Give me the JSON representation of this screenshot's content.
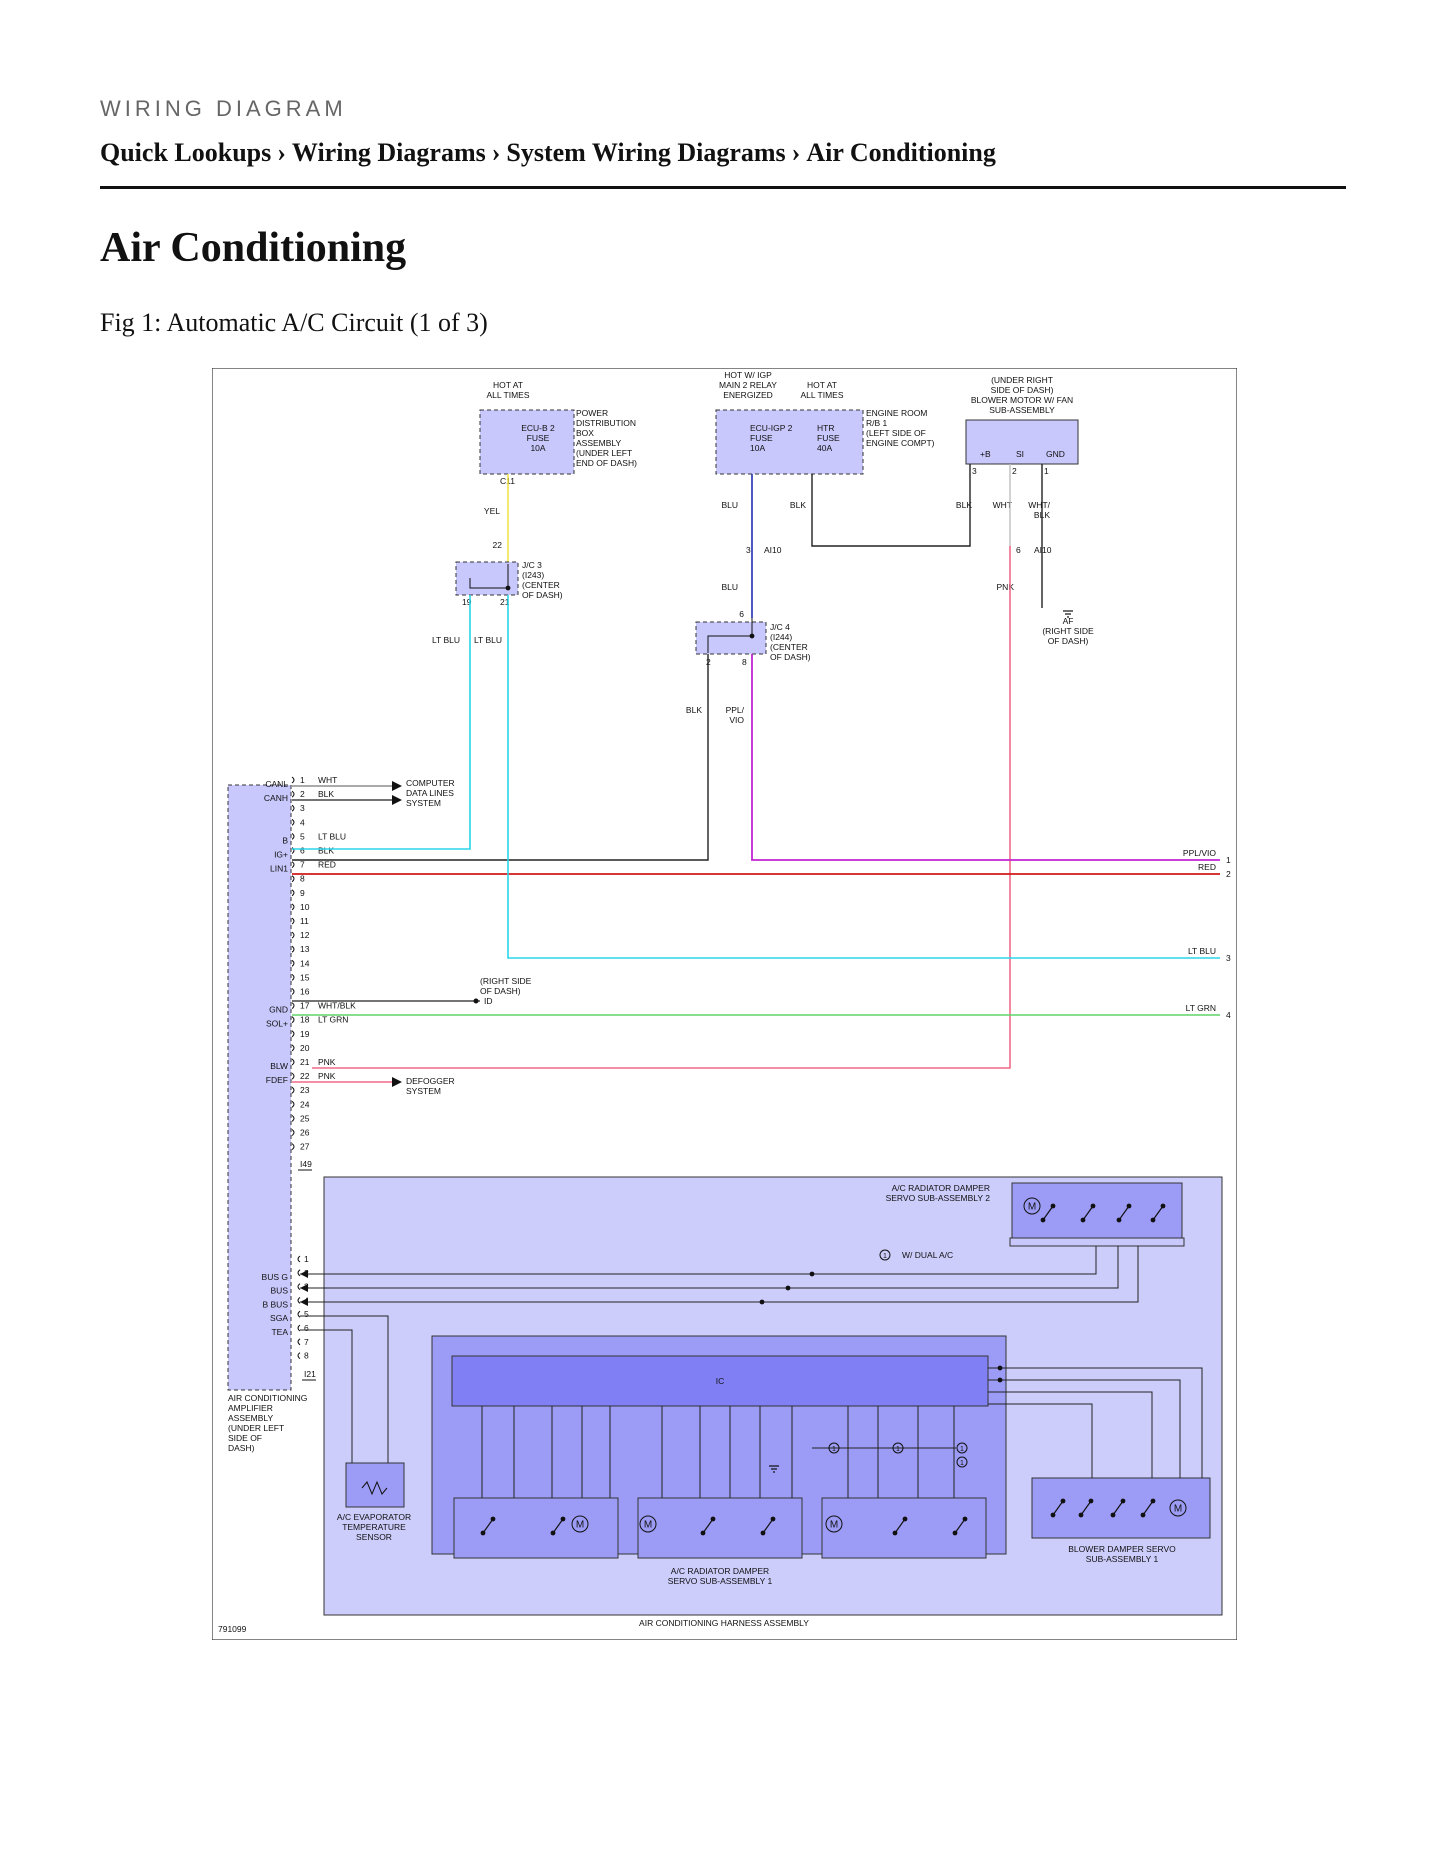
{
  "header": {
    "kicker": "WIRING DIAGRAM",
    "breadcrumb": [
      "Quick Lookups",
      "Wiring Diagrams",
      "System Wiring Diagrams",
      "Air Conditioning"
    ],
    "separator": "›"
  },
  "page": {
    "title": "Air Conditioning",
    "figure_caption": "Fig 1: Automatic A/C Circuit (1 of 3)"
  },
  "diagram": {
    "figure_id": "791099",
    "harness_label": "AIR CONDITIONING HARNESS ASSEMBLY",
    "fuse_box": {
      "hot": [
        "HOT AT",
        "ALL TIMES"
      ],
      "fuse": [
        "ECU-B 2",
        "FUSE",
        "10A"
      ],
      "name": [
        "POWER",
        "DISTRIBUTION",
        "BOX",
        "ASSEMBLY",
        "(UNDER LEFT",
        "END OF DASH)"
      ],
      "connector": "C11",
      "wire": "YEL",
      "pin": "22"
    },
    "relay_box": {
      "hot_left": [
        "HOT W/ IGP",
        "MAIN 2 RELAY",
        "ENERGIZED"
      ],
      "hot_right": [
        "HOT AT",
        "ALL TIMES"
      ],
      "fuse_left": [
        "ECU-IGP 2",
        "FUSE",
        "10A"
      ],
      "fuse_right": [
        "HTR",
        "FUSE",
        "40A"
      ],
      "name": [
        "ENGINE ROOM",
        "R/B 1",
        "(LEFT SIDE OF",
        "ENGINE COMPT)"
      ],
      "wire_left": "BLU",
      "wire_right": "BLK"
    },
    "blower": {
      "location": [
        "(UNDER RIGHT",
        "SIDE OF DASH)"
      ],
      "name": [
        "BLOWER MOTOR W/ FAN",
        "SUB-ASSEMBLY"
      ],
      "pins": [
        "+B",
        "SI",
        "GND"
      ],
      "pin_numbers": [
        "3",
        "2",
        "1"
      ],
      "wires": [
        "BLK",
        "WHT",
        "WHT/",
        "BLK"
      ],
      "ground": [
        "AF",
        "(RIGHT SIDE",
        "OF DASH)"
      ]
    },
    "connector_ai10": {
      "name": "AI10",
      "pin_left": "3",
      "pin_right": "6",
      "wire_blu": "BLU",
      "wire_pnk": "PNK"
    },
    "jc3": {
      "name": [
        "J/C 3",
        "(I243)",
        "(CENTER",
        "OF DASH)"
      ],
      "pins": [
        "19",
        "21"
      ],
      "wires": [
        "LT BLU",
        "LT BLU"
      ]
    },
    "jc4": {
      "name": [
        "J/C 4",
        "(I244)",
        "(CENTER",
        "OF DASH)"
      ],
      "pin_top": "6",
      "pins": [
        "2",
        "8"
      ],
      "wires": [
        "BLK",
        "PPL/",
        "VIO"
      ]
    },
    "amplifier": {
      "name": [
        "AIR CONDITIONING",
        "AMPLIFIER",
        "ASSEMBLY",
        "(UNDER LEFT",
        "SIDE OF",
        "DASH)"
      ],
      "connector_upper": "I49",
      "connector_lower": "I21",
      "upper_pins": [
        {
          "n": "1",
          "label": "CANL",
          "wire": "WHT"
        },
        {
          "n": "2",
          "label": "CANH",
          "wire": "BLK"
        },
        {
          "n": "3",
          "label": "",
          "wire": ""
        },
        {
          "n": "4",
          "label": "",
          "wire": ""
        },
        {
          "n": "5",
          "label": "B",
          "wire": "LT BLU"
        },
        {
          "n": "6",
          "label": "IG+",
          "wire": "BLK"
        },
        {
          "n": "7",
          "label": "LIN1",
          "wire": "RED"
        },
        {
          "n": "8",
          "label": "",
          "wire": ""
        },
        {
          "n": "9",
          "label": "",
          "wire": ""
        },
        {
          "n": "10",
          "label": "",
          "wire": ""
        },
        {
          "n": "11",
          "label": "",
          "wire": ""
        },
        {
          "n": "12",
          "label": "",
          "wire": ""
        },
        {
          "n": "13",
          "label": "",
          "wire": ""
        },
        {
          "n": "14",
          "label": "",
          "wire": ""
        },
        {
          "n": "15",
          "label": "",
          "wire": ""
        },
        {
          "n": "16",
          "label": "",
          "wire": ""
        },
        {
          "n": "17",
          "label": "GND",
          "wire": "WHT/BLK"
        },
        {
          "n": "18",
          "label": "SOL+",
          "wire": "LT GRN"
        },
        {
          "n": "19",
          "label": "",
          "wire": ""
        },
        {
          "n": "20",
          "label": "",
          "wire": ""
        },
        {
          "n": "21",
          "label": "BLW",
          "wire": "PNK"
        },
        {
          "n": "22",
          "label": "FDEF",
          "wire": "PNK"
        },
        {
          "n": "23",
          "label": "",
          "wire": ""
        },
        {
          "n": "24",
          "label": "",
          "wire": ""
        },
        {
          "n": "25",
          "label": "",
          "wire": ""
        },
        {
          "n": "26",
          "label": "",
          "wire": ""
        },
        {
          "n": "27",
          "label": "",
          "wire": ""
        }
      ],
      "lower_pins": [
        {
          "n": "1",
          "label": ""
        },
        {
          "n": "2",
          "label": "BUS G"
        },
        {
          "n": "3",
          "label": "BUS"
        },
        {
          "n": "4",
          "label": "B BUS"
        },
        {
          "n": "5",
          "label": "SGA"
        },
        {
          "n": "6",
          "label": "TEA"
        },
        {
          "n": "7",
          "label": ""
        },
        {
          "n": "8",
          "label": ""
        }
      ]
    },
    "can_system": [
      "COMPUTER",
      "DATA LINES",
      "SYSTEM"
    ],
    "defogger": [
      "DEFOGGER",
      "SYSTEM"
    ],
    "ground_id": [
      "(RIGHT SIDE",
      "OF DASH)",
      "ID"
    ],
    "right_edge": [
      {
        "wire": "PPL/VIO",
        "n": "1"
      },
      {
        "wire": "RED",
        "n": "2"
      },
      {
        "wire": "LT BLU",
        "n": "3"
      },
      {
        "wire": "LT GRN",
        "n": "4"
      }
    ],
    "servo2": [
      "A/C RADIATOR DAMPER",
      "SERVO SUB-ASSEMBLY 2"
    ],
    "dual_note": {
      "marker": "1",
      "text": "W/ DUAL A/C"
    },
    "servo1": [
      "A/C RADIATOR DAMPER",
      "SERVO SUB-ASSEMBLY 1"
    ],
    "ic_label": "IC",
    "motor_label": "M",
    "evap_sensor": [
      "A/C EVAPORATOR",
      "TEMPERATURE",
      "SENSOR"
    ],
    "blower_servo": [
      "BLOWER DAMPER SERVO",
      "SUB-ASSEMBLY 1"
    ],
    "colors": {
      "yel": "#f2e24a",
      "blu": "#1f2fb0",
      "blk": "#222222",
      "ltblu": "#29d6ea",
      "ppl": "#c026d3",
      "red": "#d11a1a",
      "ltgrn": "#5fd36a",
      "pnk": "#f06a88",
      "wht": "#bfbfbf",
      "comp": "#c8c8fc",
      "harness": "#cdcdfc",
      "ic": "#8080f4",
      "servo": "#9c9cf6"
    }
  }
}
